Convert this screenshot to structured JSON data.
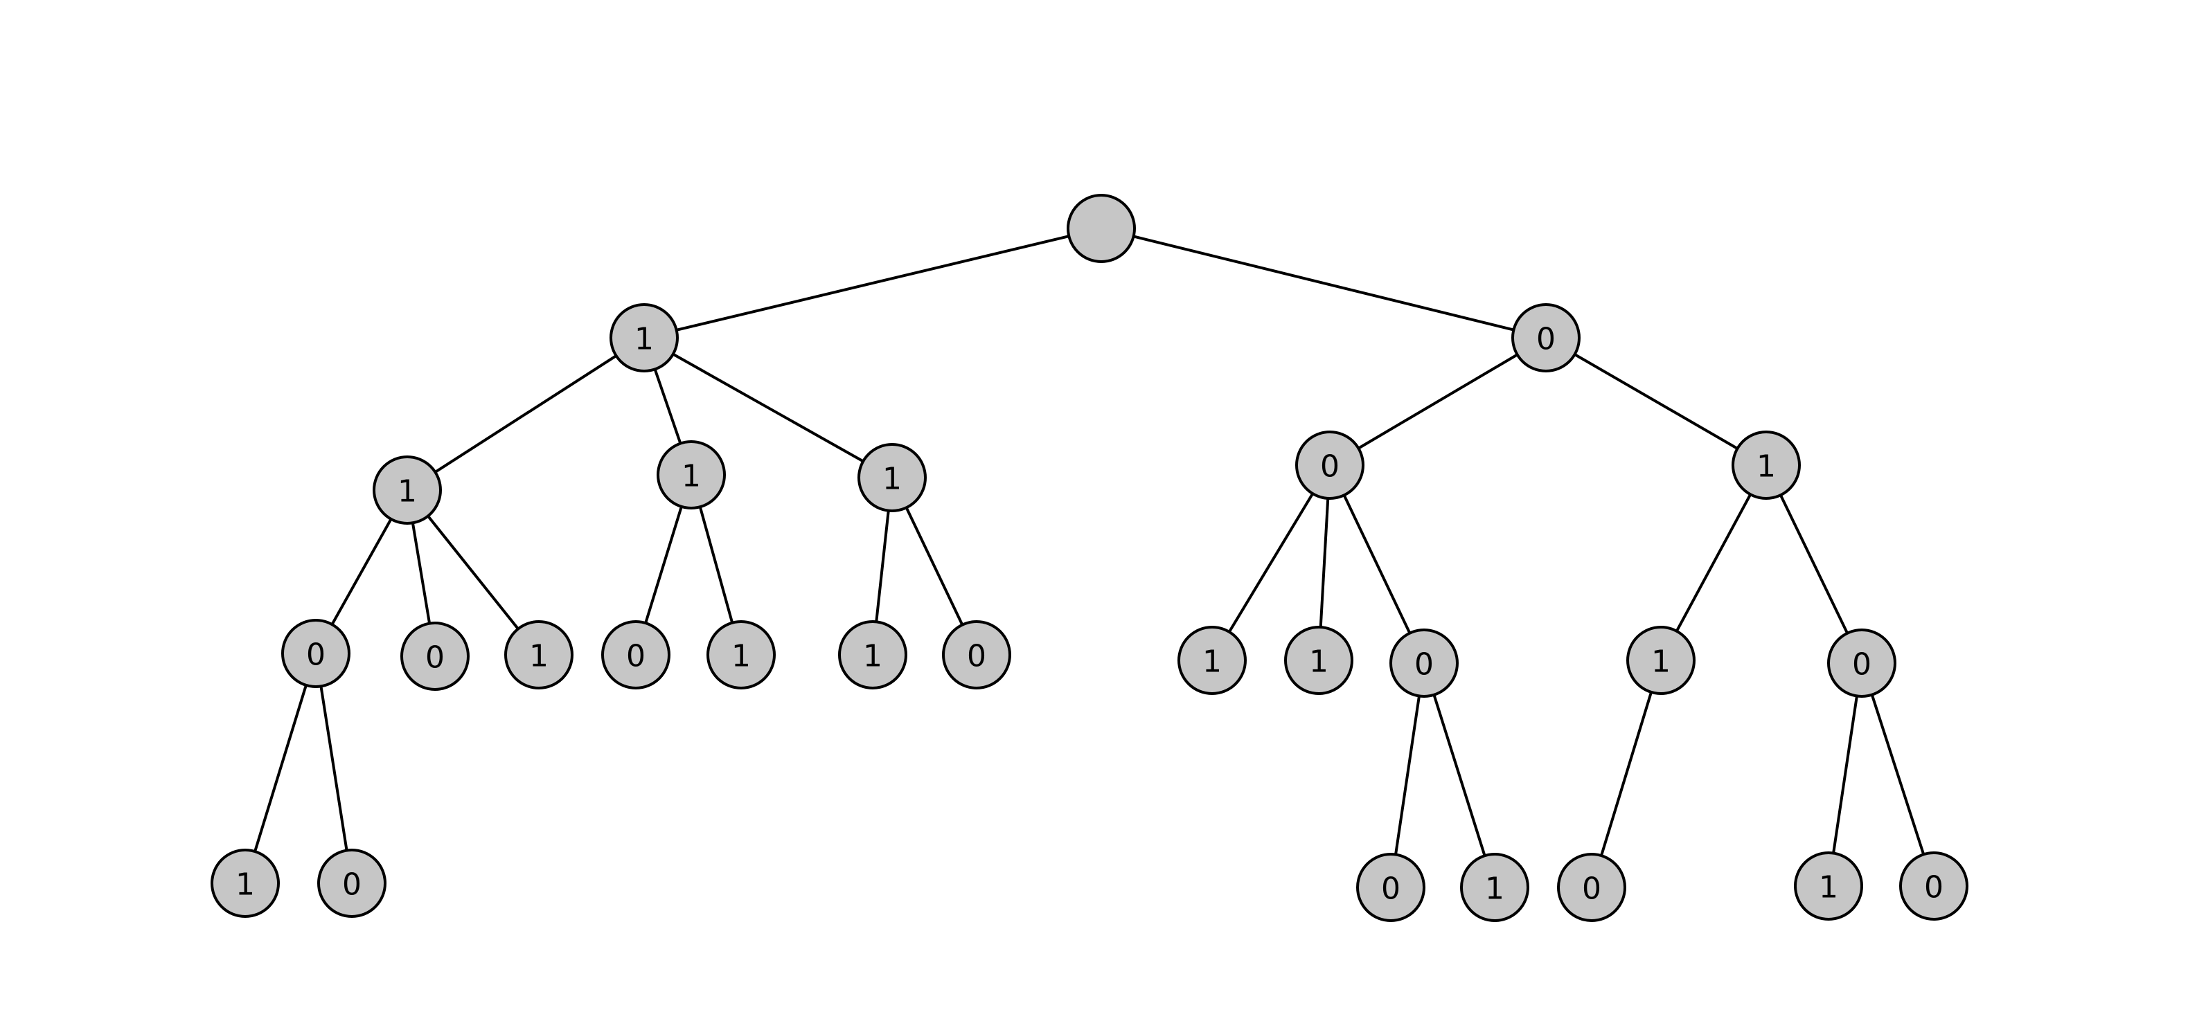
{
  "colors": {
    "node_fill": "#c6c6c6",
    "node_stroke": "#000000",
    "edge": "#000000",
    "background": "#ffffff"
  },
  "tree": {
    "label": "",
    "children": [
      {
        "label": "1",
        "children": [
          {
            "label": "1",
            "children": [
              {
                "label": "0",
                "children": [
                  {
                    "label": "1",
                    "children": []
                  },
                  {
                    "label": "0",
                    "children": []
                  }
                ]
              },
              {
                "label": "0",
                "children": []
              },
              {
                "label": "1",
                "children": []
              }
            ]
          },
          {
            "label": "1",
            "children": [
              {
                "label": "0",
                "children": []
              },
              {
                "label": "1",
                "children": []
              }
            ]
          },
          {
            "label": "1",
            "children": [
              {
                "label": "1",
                "children": []
              },
              {
                "label": "0",
                "children": []
              }
            ]
          }
        ]
      },
      {
        "label": "0",
        "children": [
          {
            "label": "0",
            "children": [
              {
                "label": "1",
                "children": []
              },
              {
                "label": "1",
                "children": []
              },
              {
                "label": "0",
                "children": [
                  {
                    "label": "0",
                    "children": []
                  },
                  {
                    "label": "1",
                    "children": []
                  }
                ]
              }
            ]
          },
          {
            "label": "1",
            "children": [
              {
                "label": "1",
                "children": [
                  {
                    "label": "0",
                    "children": []
                  }
                ]
              },
              {
                "label": "0",
                "children": [
                  {
                    "label": "1",
                    "children": []
                  },
                  {
                    "label": "0",
                    "children": []
                  }
                ]
              }
            ]
          }
        ]
      }
    ]
  }
}
